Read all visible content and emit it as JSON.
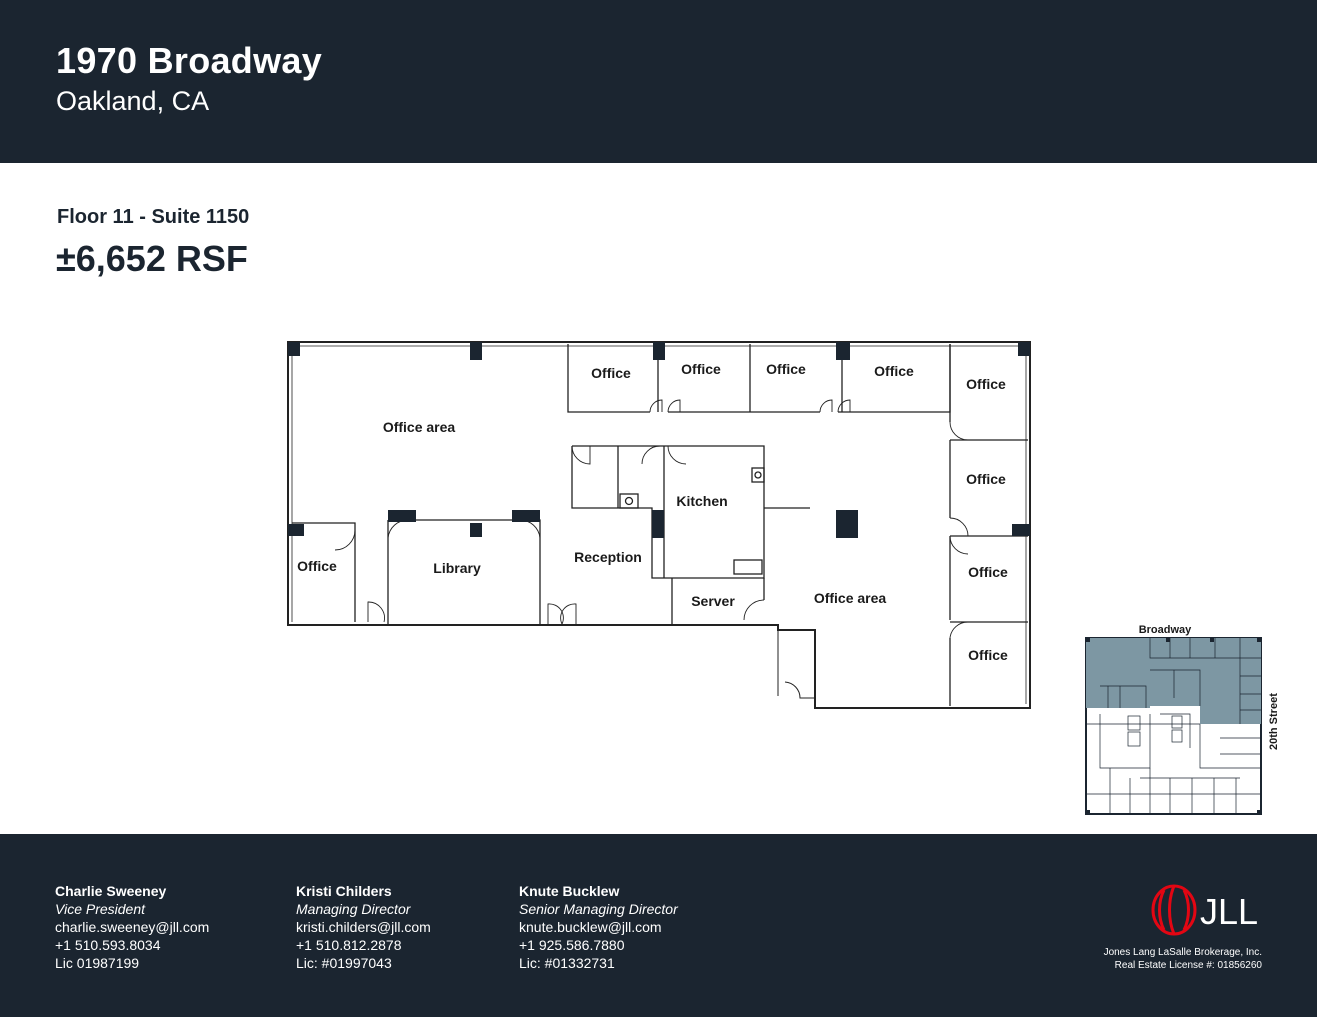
{
  "header": {
    "title": "1970 Broadway",
    "subtitle": "Oakland, CA"
  },
  "suite": {
    "label": "Floor 11 - Suite 1150",
    "area": "±6,652 RSF"
  },
  "floorplan": {
    "rooms": {
      "office_area_1": "Office area",
      "office_top_1": "Office",
      "office_top_2": "Office",
      "office_top_3": "Office",
      "office_top_4": "Office",
      "office_right_1": "Office",
      "office_right_2": "Office",
      "office_right_3": "Office",
      "office_right_4": "Office",
      "office_left": "Office",
      "library": "Library",
      "kitchen": "Kitchen",
      "reception": "Reception",
      "server": "Server",
      "office_area_2": "Office area"
    }
  },
  "key_plan": {
    "street_top": "Broadway",
    "street_right": "20th Street",
    "highlight_color": "#7d97a3"
  },
  "contacts": [
    {
      "name": "Charlie Sweeney",
      "title": "Vice President",
      "email": "charlie.sweeney@jll.com",
      "phone": "+1 510.593.8034",
      "license": "Lic 01987199"
    },
    {
      "name": "Kristi Childers",
      "title": "Managing Director",
      "email": "kristi.childers@jll.com",
      "phone": "+1 510.812.2878",
      "license": "Lic: #01997043"
    },
    {
      "name": "Knute Bucklew",
      "title": "Senior Managing Director",
      "email": "knute.bucklew@jll.com",
      "phone": "+1 925.586.7880",
      "license": "Lic: #01332731"
    }
  ],
  "brand": {
    "logo_text": "JLL",
    "brokerage": "Jones Lang LaSalle Brokerage, Inc.",
    "license": "Real Estate License #: 01856260",
    "logo_color": "#e30613"
  }
}
